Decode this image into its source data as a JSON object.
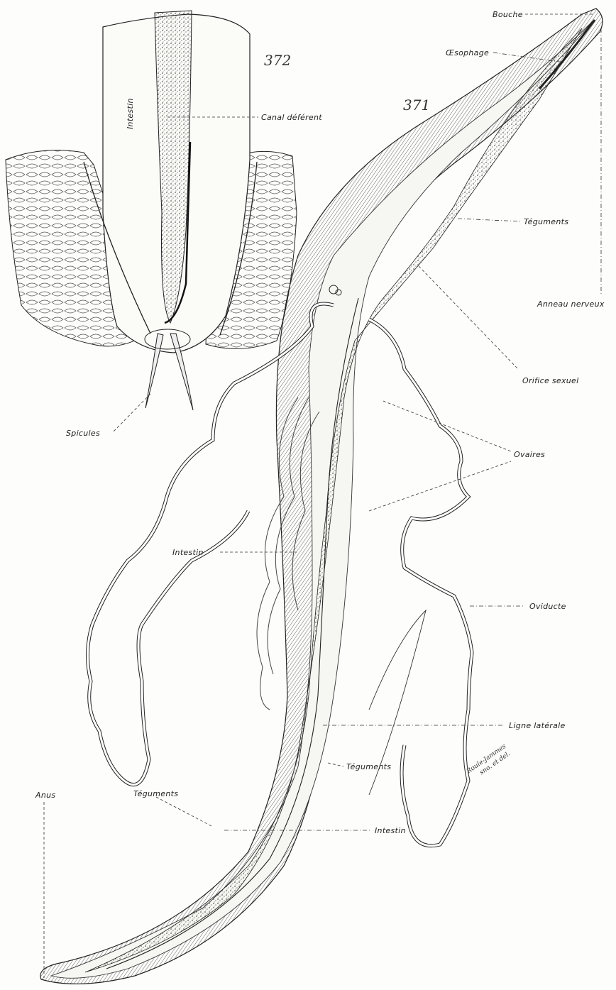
{
  "figures": {
    "fig372": "372",
    "fig371": "371"
  },
  "labels": {
    "intestin_372": "Intestin",
    "canal_deferent": "Canal déférent",
    "spicules": "Spicules",
    "bouche": "Bouche",
    "oesophage": "Œsophage",
    "teguments_top": "Téguments",
    "anneau_nerveux": "Anneau nerveux",
    "orifice_sexuel": "Orifice sexuel",
    "ovaires": "Ovaires",
    "intestin_mid": "Intestin",
    "oviducte": "Oviducte",
    "ligne_laterale": "Ligne latérale",
    "teguments_mid": "Téguments",
    "teguments_low": "Téguments",
    "anus": "Anus",
    "intestin_bottom": "Intestin"
  },
  "signature": {
    "line1": "Roule-Jammes",
    "line2": "sno. et del."
  }
}
